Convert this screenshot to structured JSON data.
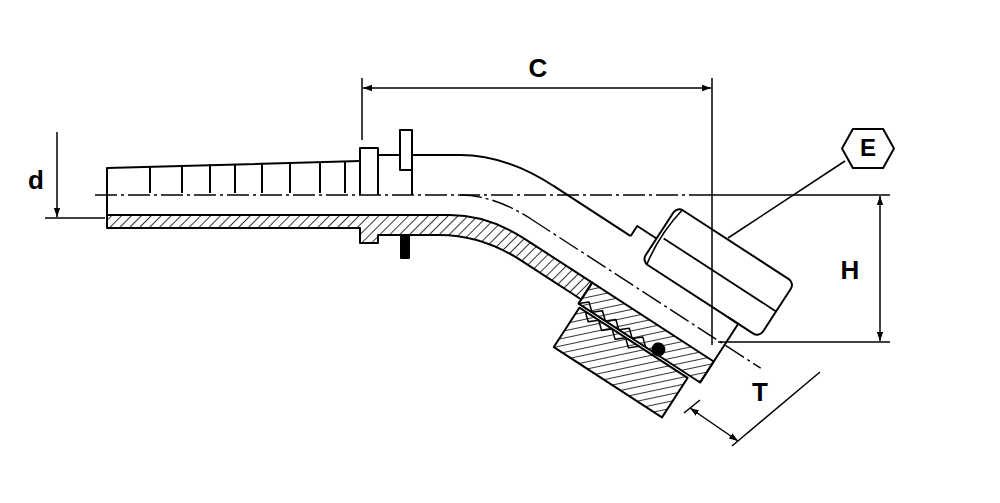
{
  "diagram": {
    "nodes": [
      {
        "text": [
          "E"
        ]
      }
    ],
    "labels": [
      "C",
      "d",
      "H",
      "T"
    ]
  }
}
